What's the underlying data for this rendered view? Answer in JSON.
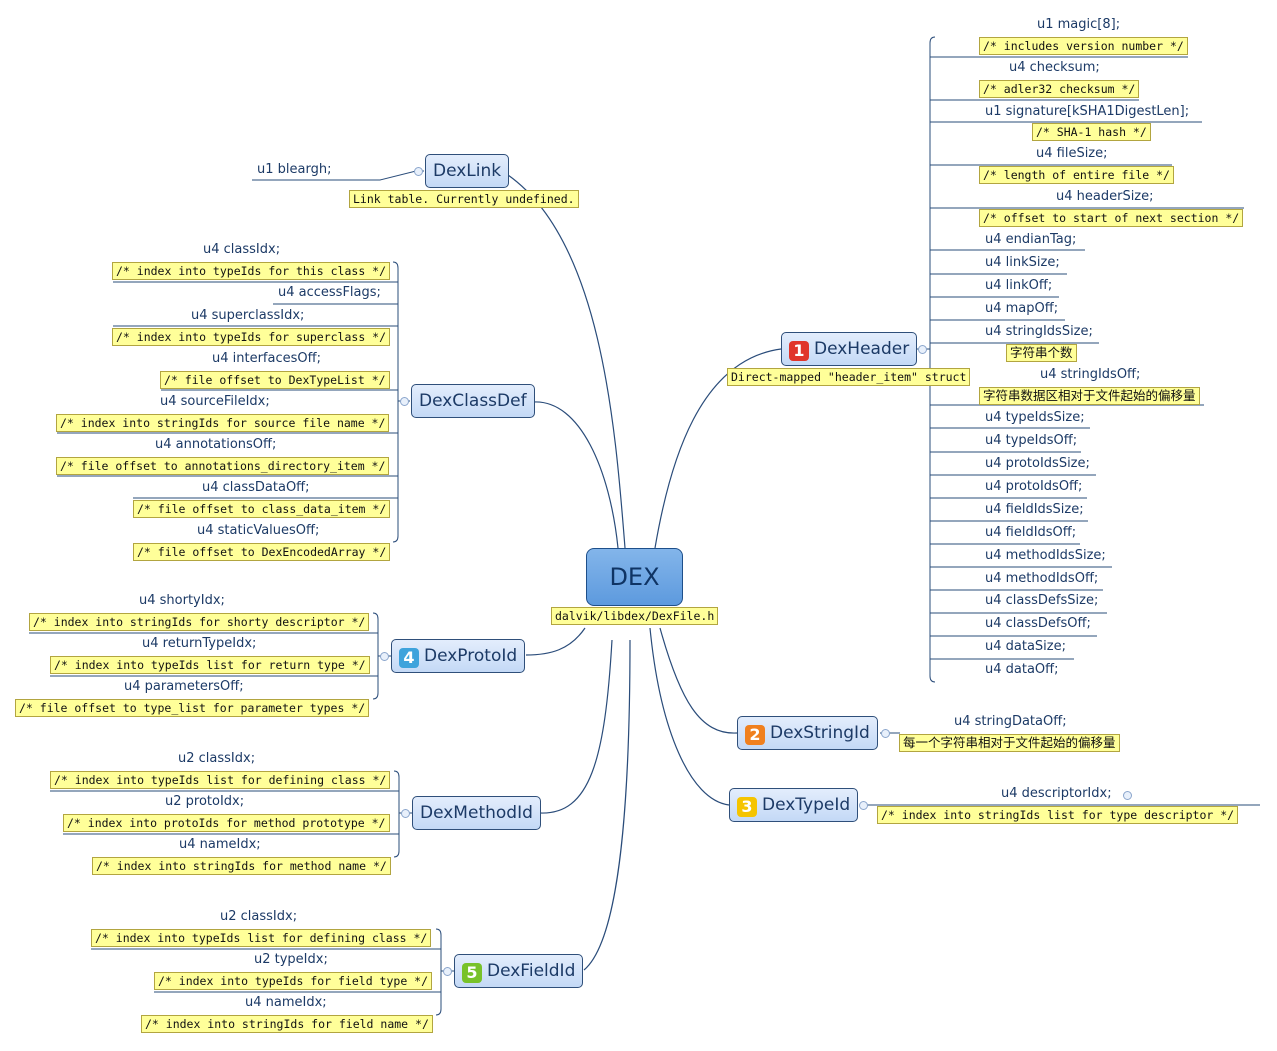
{
  "central": {
    "title": "DEX",
    "note": "dalvik/libdex/DexFile.h"
  },
  "topics": {
    "dexlink": {
      "title": "DexLink",
      "note": "Link table.  Currently undefined.",
      "fields": [
        {
          "label": "u1  bleargh;"
        }
      ]
    },
    "dexheader": {
      "badge": "1",
      "title": "DexHeader",
      "note": "Direct-mapped \"header_item\" struct",
      "fields": [
        {
          "label": "u1  magic[8];",
          "note": "/* includes version number */"
        },
        {
          "label": "u4  checksum;",
          "note": "/* adler32 checksum */"
        },
        {
          "label": "u1  signature[kSHA1DigestLen];",
          "note": "/* SHA-1 hash */"
        },
        {
          "label": "u4  fileSize;",
          "note": "/* length of entire file */"
        },
        {
          "label": "u4  headerSize;",
          "note": "/* offset to start of next section */"
        },
        {
          "label": "u4  endianTag;"
        },
        {
          "label": "u4  linkSize;"
        },
        {
          "label": "u4  linkOff;"
        },
        {
          "label": "u4  mapOff;"
        },
        {
          "label": "u4  stringIdsSize;",
          "note": "字符串个数"
        },
        {
          "label": "u4  stringIdsOff;",
          "note": "字符串数据区相对于文件起始的偏移量"
        },
        {
          "label": "u4  typeIdsSize;"
        },
        {
          "label": "u4  typeIdsOff;"
        },
        {
          "label": "u4  protoIdsSize;"
        },
        {
          "label": "u4  protoIdsOff;"
        },
        {
          "label": "u4  fieldIdsSize;"
        },
        {
          "label": "u4  fieldIdsOff;"
        },
        {
          "label": "u4  methodIdsSize;"
        },
        {
          "label": "u4  methodIdsOff;"
        },
        {
          "label": "u4  classDefsSize;"
        },
        {
          "label": "u4  classDefsOff;"
        },
        {
          "label": "u4  dataSize;"
        },
        {
          "label": "u4  dataOff;"
        }
      ]
    },
    "dexstringid": {
      "badge": "2",
      "title": "DexStringId",
      "fields": [
        {
          "label": "u4 stringDataOff;",
          "note": "每一个字符串相对于文件起始的偏移量"
        }
      ]
    },
    "dextypeid": {
      "badge": "3",
      "title": "DexTypeId",
      "fields": [
        {
          "label": "u4  descriptorIdx;",
          "note": "/* index into stringIds list for type descriptor */"
        }
      ]
    },
    "dexclassdef": {
      "title": "DexClassDef",
      "fields": [
        {
          "label": "u4  classIdx;",
          "note": "/* index into typeIds for this class */"
        },
        {
          "label": "u4  accessFlags;"
        },
        {
          "label": "u4  superclassIdx;",
          "note": "/* index into typeIds for superclass */"
        },
        {
          "label": "u4  interfacesOff;",
          "note": "/* file offset to DexTypeList */"
        },
        {
          "label": "u4  sourceFileIdx;",
          "note": "/* index into stringIds for source file name */"
        },
        {
          "label": "u4  annotationsOff;",
          "note": "/* file offset to annotations_directory_item */"
        },
        {
          "label": "u4  classDataOff;",
          "note": "/* file offset to class_data_item */"
        },
        {
          "label": "u4  staticValuesOff;",
          "note": "/* file offset to DexEncodedArray */"
        }
      ]
    },
    "dexprotoid": {
      "badge": "4",
      "title": "DexProtoId",
      "fields": [
        {
          "label": "u4  shortyIdx;",
          "note": "/* index into stringIds for shorty descriptor */"
        },
        {
          "label": "u4  returnTypeIdx;",
          "note": "/* index into typeIds list for return type */"
        },
        {
          "label": "u4  parametersOff;",
          "note": "/* file offset to type_list for parameter types */"
        }
      ]
    },
    "dexmethodid": {
      "title": "DexMethodId",
      "fields": [
        {
          "label": "u2  classIdx;",
          "note": "/* index into typeIds list for defining class */"
        },
        {
          "label": "u2  protoIdx;",
          "note": "/* index into protoIds for method prototype */"
        },
        {
          "label": "u4  nameIdx;",
          "note": "/* index into stringIds for method name */"
        }
      ]
    },
    "dexfieldid": {
      "badge": "5",
      "title": "DexFieldId",
      "fields": [
        {
          "label": "u2  classIdx;",
          "note": "/* index into typeIds list for defining class */"
        },
        {
          "label": "u2  typeIdx;",
          "note": "/* index into typeIds for field type */"
        },
        {
          "label": "u4  nameIdx;",
          "note": "/* index into stringIds for field name */"
        }
      ]
    }
  },
  "colors": {
    "badge1": "#e0352b",
    "badge2": "#f0801e",
    "badge3": "#f5c400",
    "badge4": "#3ea3dc",
    "badge5": "#78c22a",
    "note_bg": "#ffff99",
    "line": "#2a4c7a"
  }
}
